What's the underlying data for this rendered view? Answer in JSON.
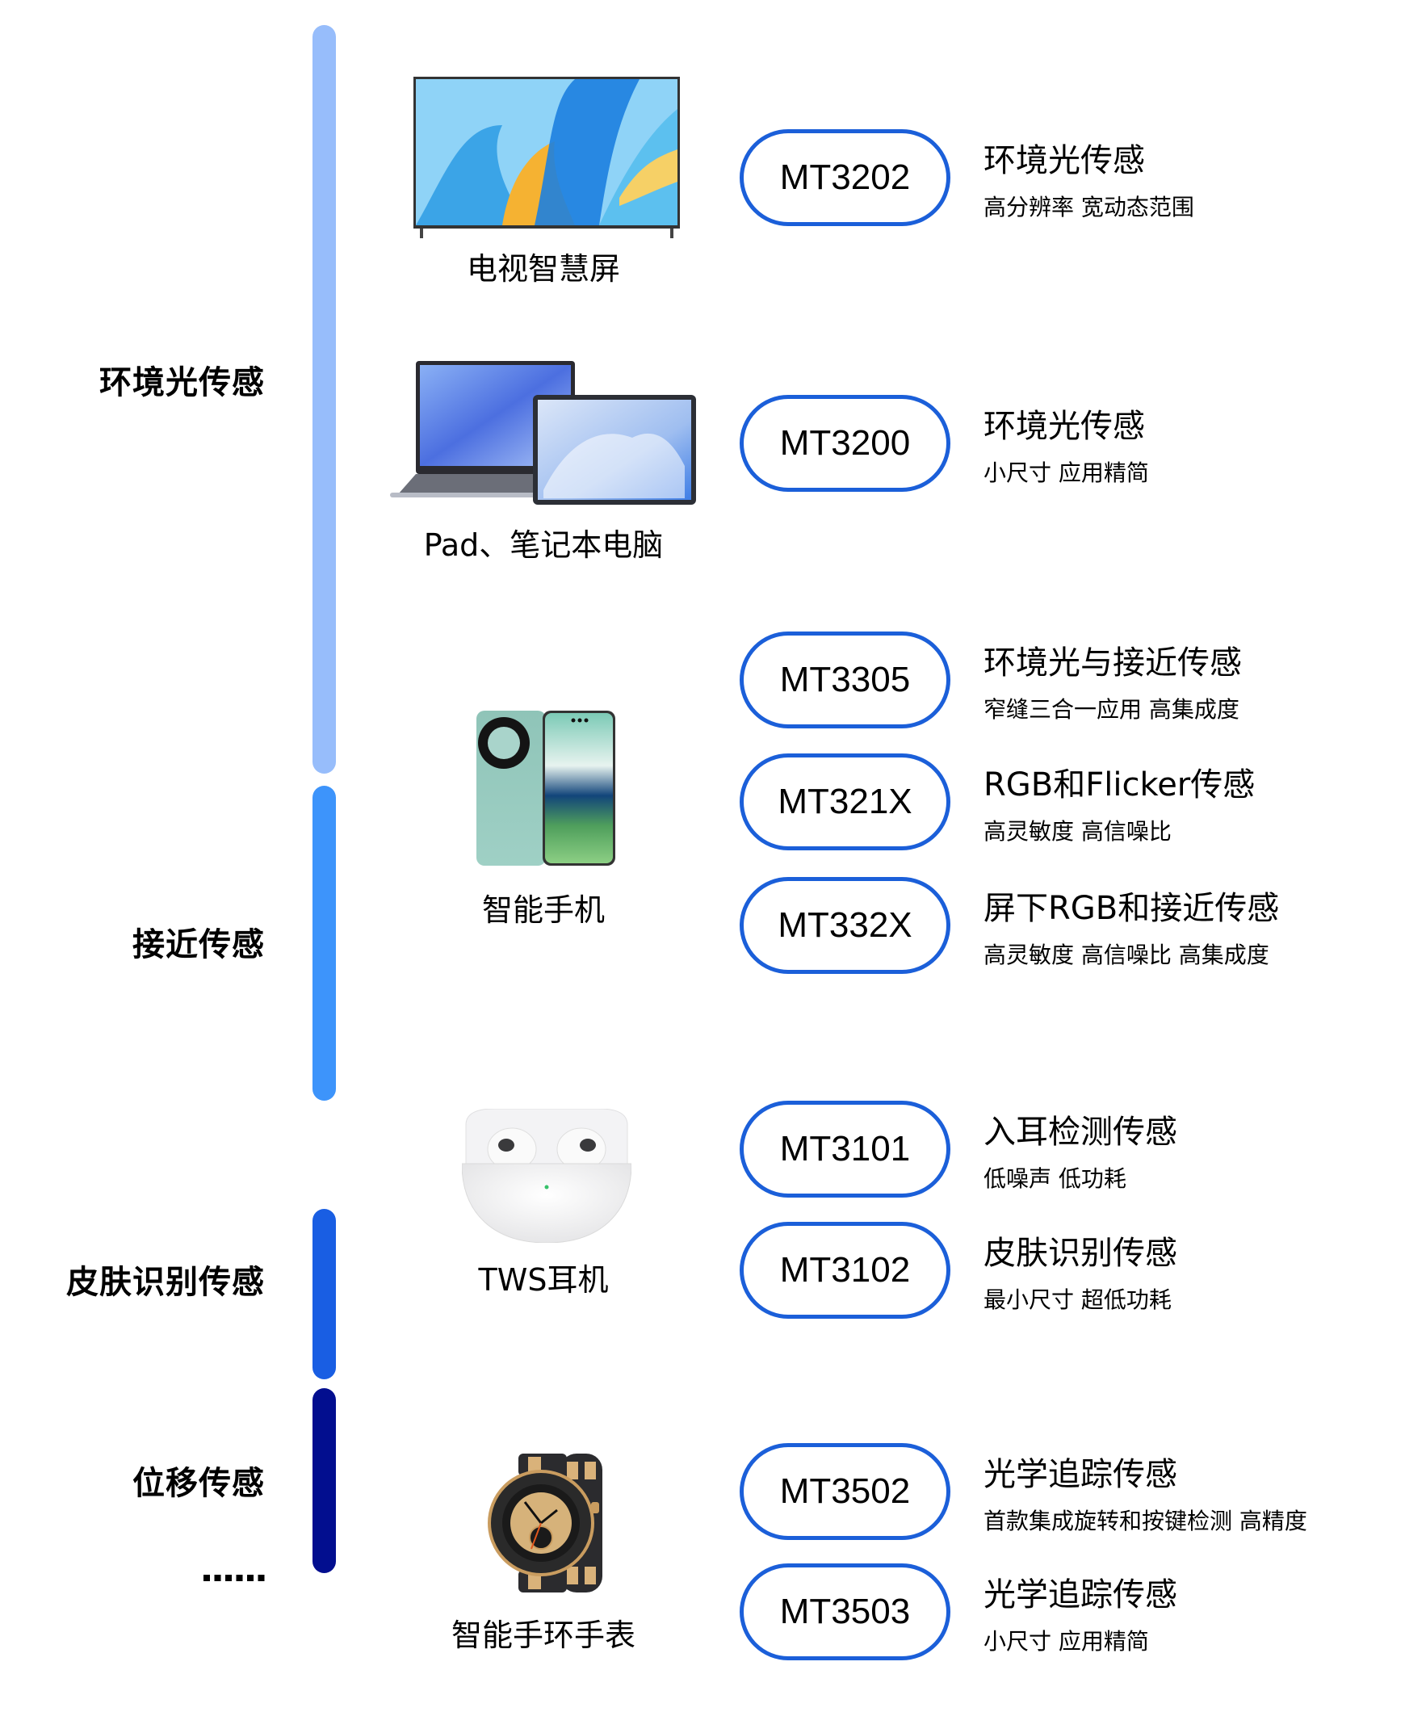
{
  "categories": [
    {
      "label": "环境光传感",
      "color": "#97bdfb"
    },
    {
      "label": "接近传感",
      "color": "#3d94fb"
    },
    {
      "label": "皮肤识别传感",
      "color": "#195ee3"
    },
    {
      "label": "位移传感",
      "color": "#020e8f"
    }
  ],
  "more_indicator": "......",
  "devices": [
    {
      "label": "电视智慧屏",
      "icon": "tv-icon"
    },
    {
      "label": "Pad、笔记本电脑",
      "icon": "laptop-tablet-icon"
    },
    {
      "label": "智能手机",
      "icon": "smartphone-icon"
    },
    {
      "label": "TWS耳机",
      "icon": "earbuds-icon"
    },
    {
      "label": "智能手环手表",
      "icon": "smartwatch-icon"
    }
  ],
  "products": [
    {
      "model": "MT3202",
      "title": "环境光传感",
      "features": "高分辨率 宽动态范围"
    },
    {
      "model": "MT3200",
      "title": "环境光传感",
      "features": "小尺寸 应用精简"
    },
    {
      "model": "MT3305",
      "title": "环境光与接近传感",
      "features": "窄缝三合一应用 高集成度"
    },
    {
      "model": "MT321X",
      "title": "RGB和Flicker传感",
      "features": "高灵敏度 高信噪比"
    },
    {
      "model": "MT332X",
      "title": "屏下RGB和接近传感",
      "features": "高灵敏度 高信噪比 高集成度"
    },
    {
      "model": "MT3101",
      "title": "入耳检测传感",
      "features": "低噪声 低功耗"
    },
    {
      "model": "MT3102",
      "title": "皮肤识别传感",
      "features": "最小尺寸 超低功耗"
    },
    {
      "model": "MT3502",
      "title": "光学追踪传感",
      "features": "首款集成旋转和按键检测 高精度"
    },
    {
      "model": "MT3503",
      "title": "光学追踪传感",
      "features": "小尺寸 应用精简"
    }
  ],
  "colors": {
    "pill_border": "#1b5fd9",
    "text": "#000000",
    "background": "#ffffff"
  }
}
